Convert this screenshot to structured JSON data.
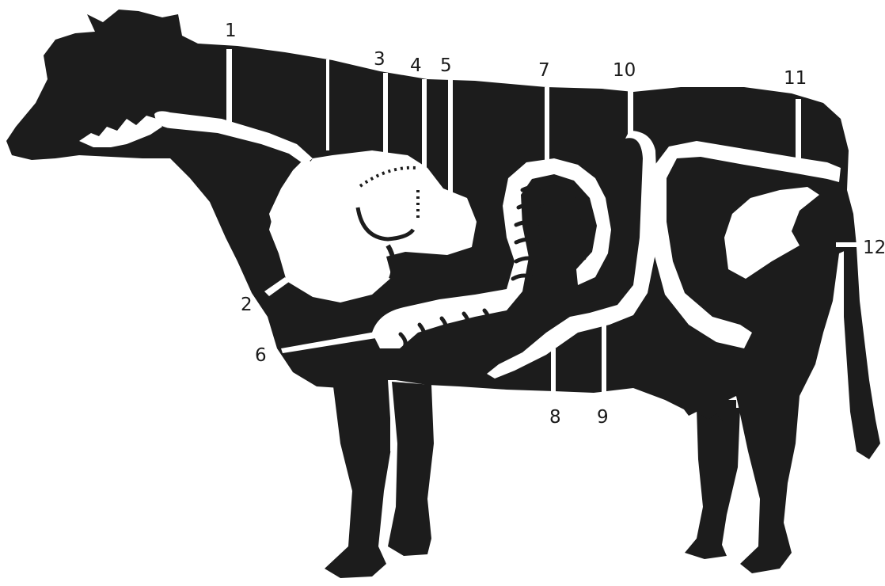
{
  "colors": {
    "background": "#ffffff",
    "silhouette": "#1c1c1c",
    "organs": "#ffffff"
  },
  "labels": [
    {
      "id": "1",
      "text": "1"
    },
    {
      "id": "2",
      "text": "2"
    },
    {
      "id": "3",
      "text": "3"
    },
    {
      "id": "4",
      "text": "4"
    },
    {
      "id": "5",
      "text": "5"
    },
    {
      "id": "6",
      "text": "6"
    },
    {
      "id": "7",
      "text": "7"
    },
    {
      "id": "8",
      "text": "8"
    },
    {
      "id": "9",
      "text": "9"
    },
    {
      "id": "10",
      "text": "10"
    },
    {
      "id": "11",
      "text": "11"
    },
    {
      "id": "12",
      "text": "12"
    }
  ]
}
